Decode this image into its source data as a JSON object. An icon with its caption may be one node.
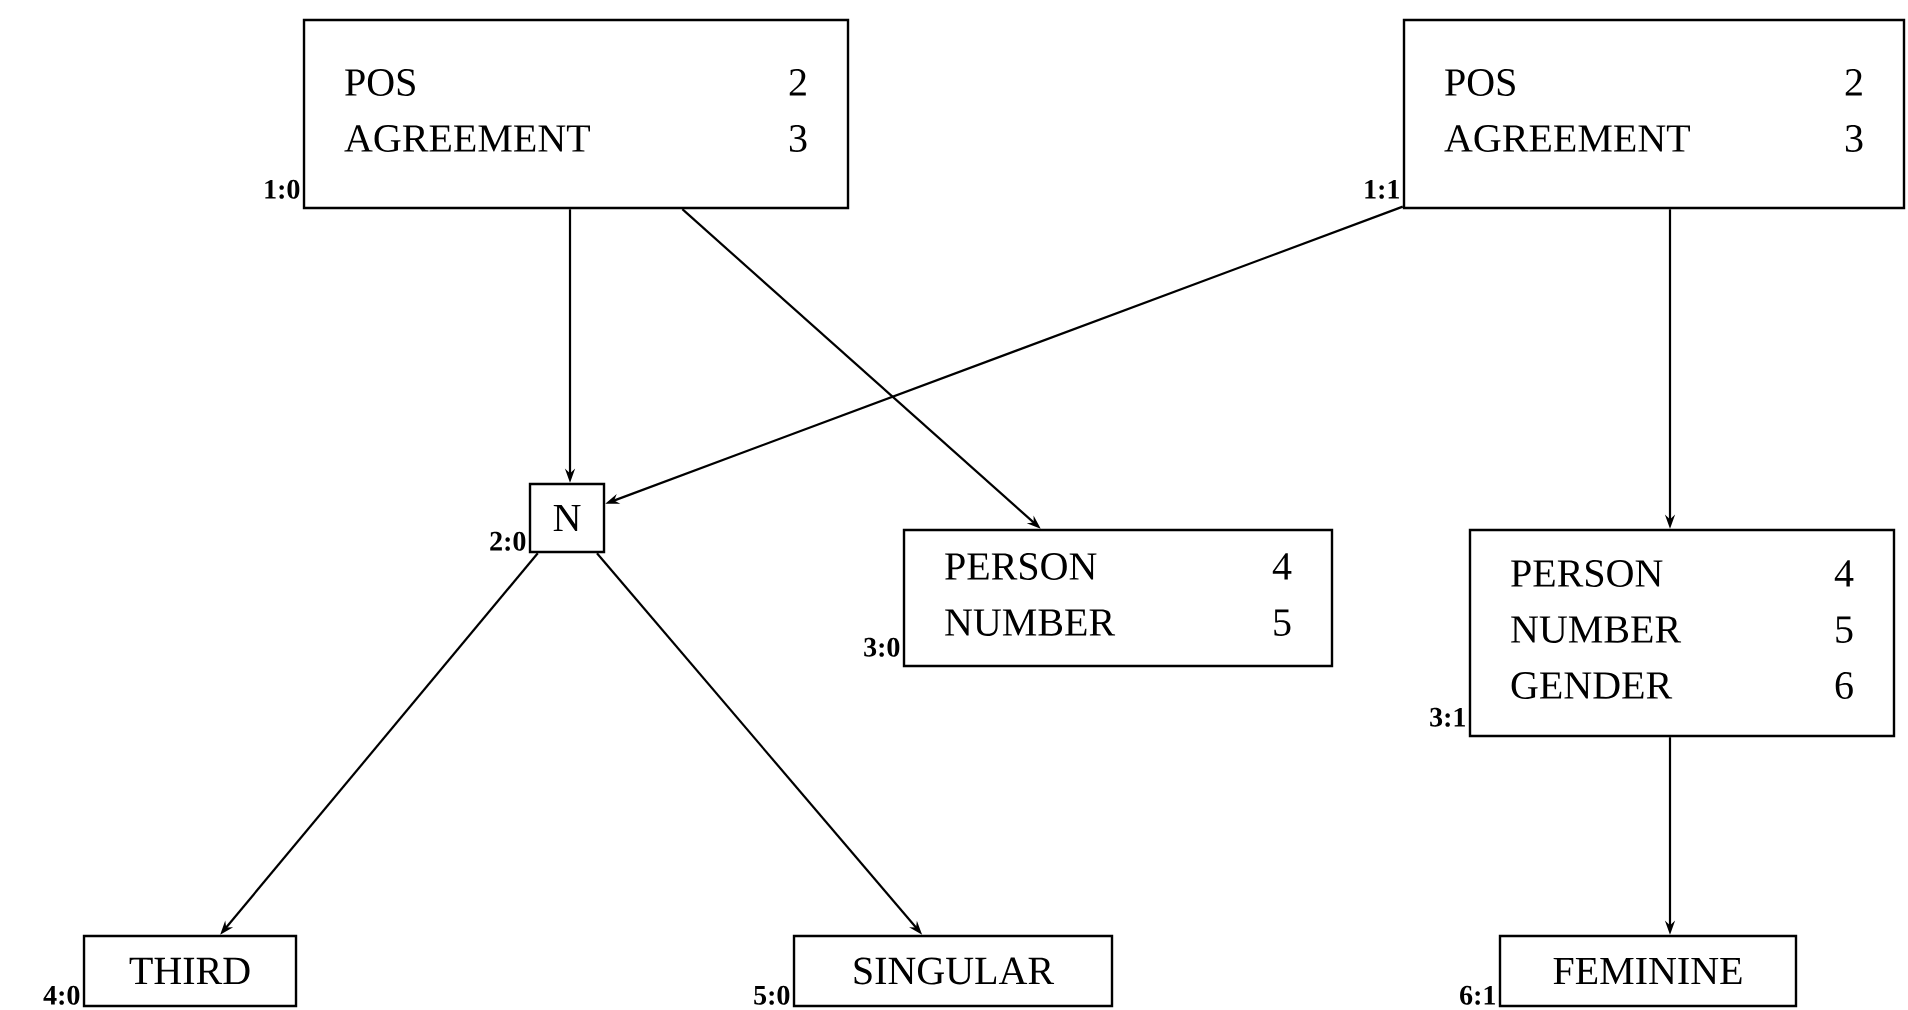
{
  "diagram": {
    "nodes": [
      {
        "text": [
          "POS",
          "2",
          "AGREEMENT",
          "3"
        ],
        "beside": [
          "1:0"
        ]
      },
      {
        "text": [
          "POS",
          "2",
          "AGREEMENT",
          "3"
        ],
        "beside": [
          "1:1"
        ]
      },
      {
        "text": [
          "N"
        ],
        "beside": [
          "2:0"
        ]
      },
      {
        "text": [
          "PERSON",
          "4",
          "NUMBER",
          "5"
        ],
        "beside": [
          "3:0"
        ]
      },
      {
        "text": [
          "PERSON",
          "4",
          "NUMBER",
          "5",
          "GENDER",
          "6"
        ],
        "beside": [
          "3:1"
        ]
      },
      {
        "text": [
          "THIRD"
        ],
        "beside": [
          "4:0"
        ]
      },
      {
        "text": [
          "SINGULAR"
        ],
        "beside": [
          "5:0"
        ]
      },
      {
        "text": [
          "FEMININE"
        ],
        "beside": [
          "6:1"
        ]
      }
    ],
    "edges": [
      {
        "from": 0,
        "to": 2,
        "arrow": "to"
      },
      {
        "from": 0,
        "to": 3,
        "arrow": "to"
      },
      {
        "from": 1,
        "to": 2,
        "arrow": "to"
      },
      {
        "from": 1,
        "to": 4,
        "arrow": "to"
      },
      {
        "from": 2,
        "to": 5,
        "arrow": "to"
      },
      {
        "from": 2,
        "to": 6,
        "arrow": "to"
      },
      {
        "from": 4,
        "to": 7,
        "arrow": "to"
      }
    ]
  }
}
